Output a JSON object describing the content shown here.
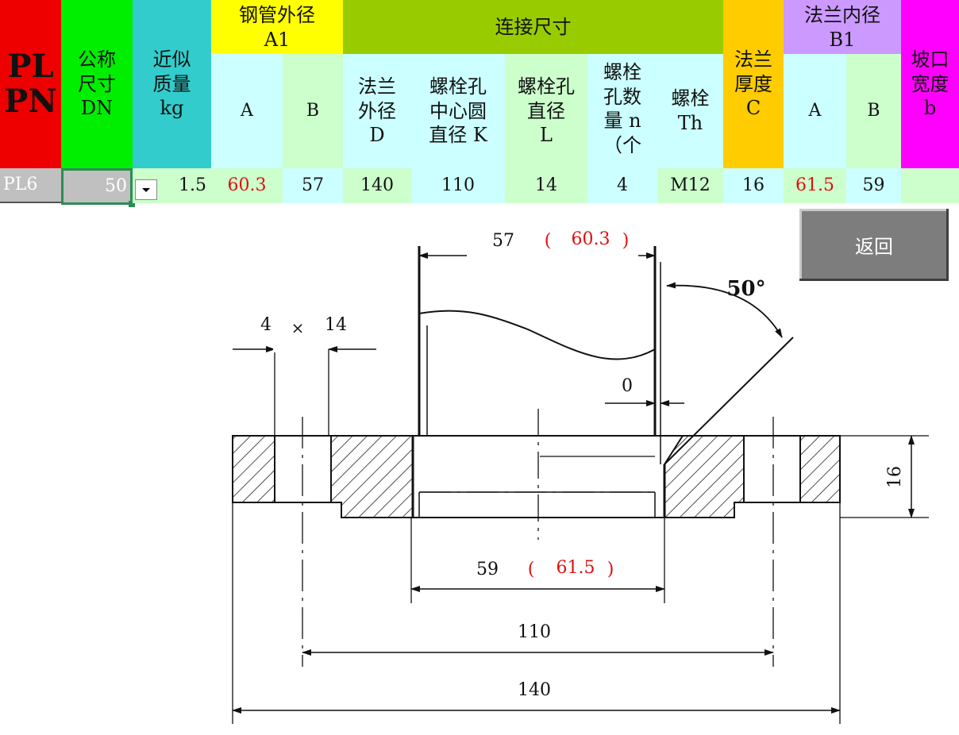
{
  "header": {
    "pl_pn": "PL\nPN",
    "nominal_size": "公称\n尺寸\nDN",
    "approx_mass": "近似\n质量\nkg",
    "pipe_od": "钢管外径\nA1",
    "pipe_od_a": "A",
    "pipe_od_b": "B",
    "connection": "连接尺寸",
    "flange_od": "法兰\n外径\nD",
    "bolt_circle": "螺栓孔\n中心圆\n直径  K",
    "bolt_hole_dia": "螺栓孔\n直径\nL",
    "bolt_hole_count": "螺栓\n孔数\n量    n\n（个",
    "bolt": "螺栓\nTh",
    "flange_thickness": "法兰\n厚度\nC",
    "flange_id": "法兰内径\nB1",
    "flange_id_a": "A",
    "flange_id_b": "B",
    "bevel_width": "坡口\n宽度\nb"
  },
  "row": {
    "pl": "PL6",
    "dn": "50",
    "mass": "1.5",
    "a1_a": "60.3",
    "a1_b": "57",
    "d": "140",
    "k": "110",
    "l": "14",
    "n": "4",
    "th": "M12",
    "c": "16",
    "b1_a": "61.5",
    "b1_b": "59",
    "b": ""
  },
  "back_button": "返回",
  "drawing": {
    "top_dim": "57",
    "top_dim_alt": "60.3",
    "open_paren": "(",
    "close_paren": ")",
    "angle": "50°",
    "holes_n": "4",
    "times": "×",
    "holes_l": "14",
    "gap": "0",
    "thickness": "16",
    "bore": "59",
    "bore_alt": "61.5",
    "bolt_circle": "110",
    "outer": "140"
  },
  "colors": {
    "pl_red": "#ee0000",
    "dn_green": "#00ee00",
    "mass_teal": "#33cccc",
    "yellow": "#ffff00",
    "olive_green": "#99cc00",
    "light_cyan": "#ccffff",
    "light_green": "#ccffcc",
    "orange": "#ffcc00",
    "lavender": "#cc99ff",
    "magenta": "#ff00ff",
    "gray": "#c0c0c0",
    "red_text": "#e01010"
  }
}
